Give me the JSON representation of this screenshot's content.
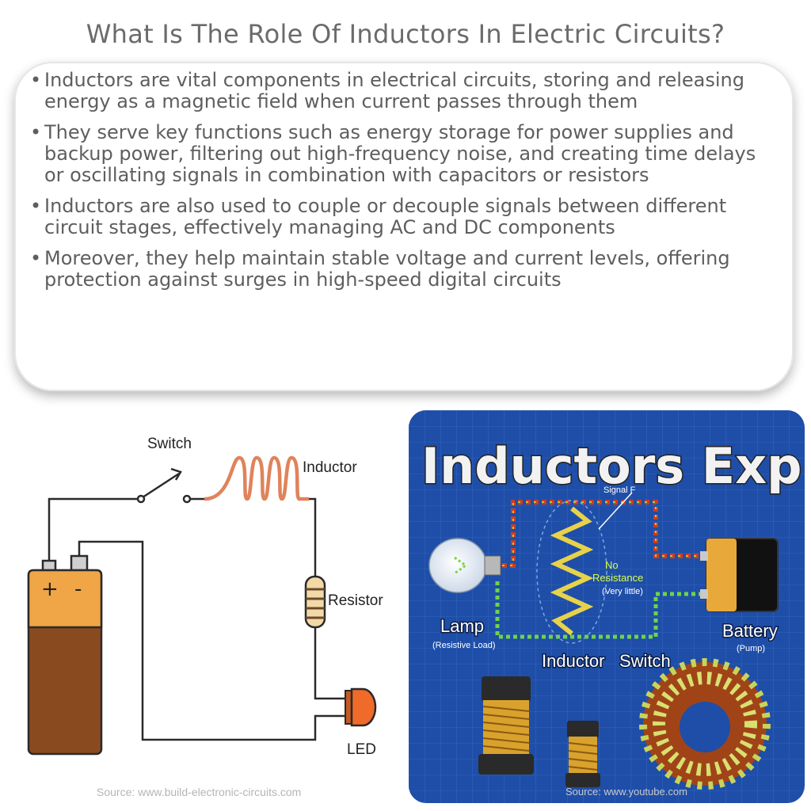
{
  "title": "What Is The Role Of Inductors In Electric Circuits?",
  "bullets": [
    "Inductors are vital components in electrical circuits, storing and releasing energy as a magnetic field when current passes through them",
    "They serve key functions such as energy storage for power supplies and backup power, filtering out high-frequency noise, and creating time delays or oscillating signals in combination with capacitors or resistors",
    "Inductors are also used to couple or decouple signals between different circuit stages, effectively managing AC and DC components",
    "Moreover, they help maintain stable voltage and current levels, offering protection against surges in high-speed digital circuits"
  ],
  "left_figure": {
    "labels": {
      "switch": "Switch",
      "inductor": "Inductor",
      "resistor": "Resistor",
      "led": "LED",
      "plus": "+",
      "minus": "-"
    },
    "source": "Source: www.build-electronic-circuits.com"
  },
  "right_figure": {
    "title": "Inductors Explained",
    "lamp": "Lamp",
    "lamp_sub": "(Resistive Load)",
    "battery": "Battery",
    "battery_sub": "(Pump)",
    "inductor": "Inductor",
    "switch": "Switch",
    "no_resistance": "No",
    "no_resistance_2": "Resistance",
    "very_little": "(Very little)",
    "signal_fragment": "Signal F",
    "source": "Source: www.youtube.com"
  },
  "colors": {
    "title": "#6b6b6b",
    "text": "#5e5e5e",
    "battery_top": "#f0a546",
    "battery_bottom": "#8a4a1f",
    "coil": "#e0835b",
    "led": "#f06a2a",
    "panel_bg": "#1e4ea8"
  }
}
